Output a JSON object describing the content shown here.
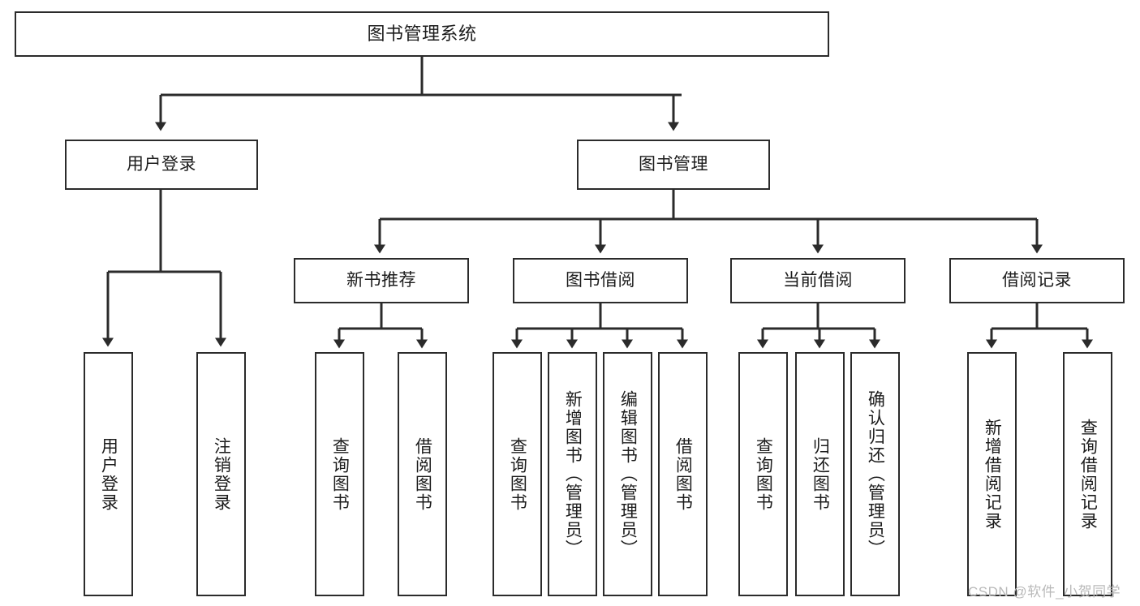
{
  "diagram": {
    "title": "图书管理系统",
    "watermark": "CSDN @软件_小贺同学",
    "colors": {
      "stroke": "#2b2b2b",
      "fill": "#ffffff",
      "watermark": "#b9b9b9"
    },
    "levels": {
      "root": {
        "label": "图书管理系统"
      },
      "level2": [
        {
          "label": "用户登录"
        },
        {
          "label": "图书管理"
        }
      ],
      "level3": [
        {
          "label": "新书推荐"
        },
        {
          "label": "图书借阅"
        },
        {
          "label": "当前借阅"
        },
        {
          "label": "借阅记录"
        }
      ],
      "leaves": {
        "user_login": [
          {
            "label": "用户登录"
          },
          {
            "label": "注销登录"
          }
        ],
        "new_book": [
          {
            "label": "查询图书"
          },
          {
            "label": "借阅图书"
          }
        ],
        "book_borrow": [
          {
            "label": "查询图书"
          },
          {
            "label": "新增图书（管理员）"
          },
          {
            "label": "编辑图书（管理员）"
          },
          {
            "label": "借阅图书"
          }
        ],
        "current_borrow": [
          {
            "label": "查询图书"
          },
          {
            "label": "归还图书"
          },
          {
            "label": "确认归还（管理员）"
          }
        ],
        "borrow_record": [
          {
            "label": "新增借阅记录"
          },
          {
            "label": "查询借阅记录"
          }
        ]
      }
    }
  }
}
